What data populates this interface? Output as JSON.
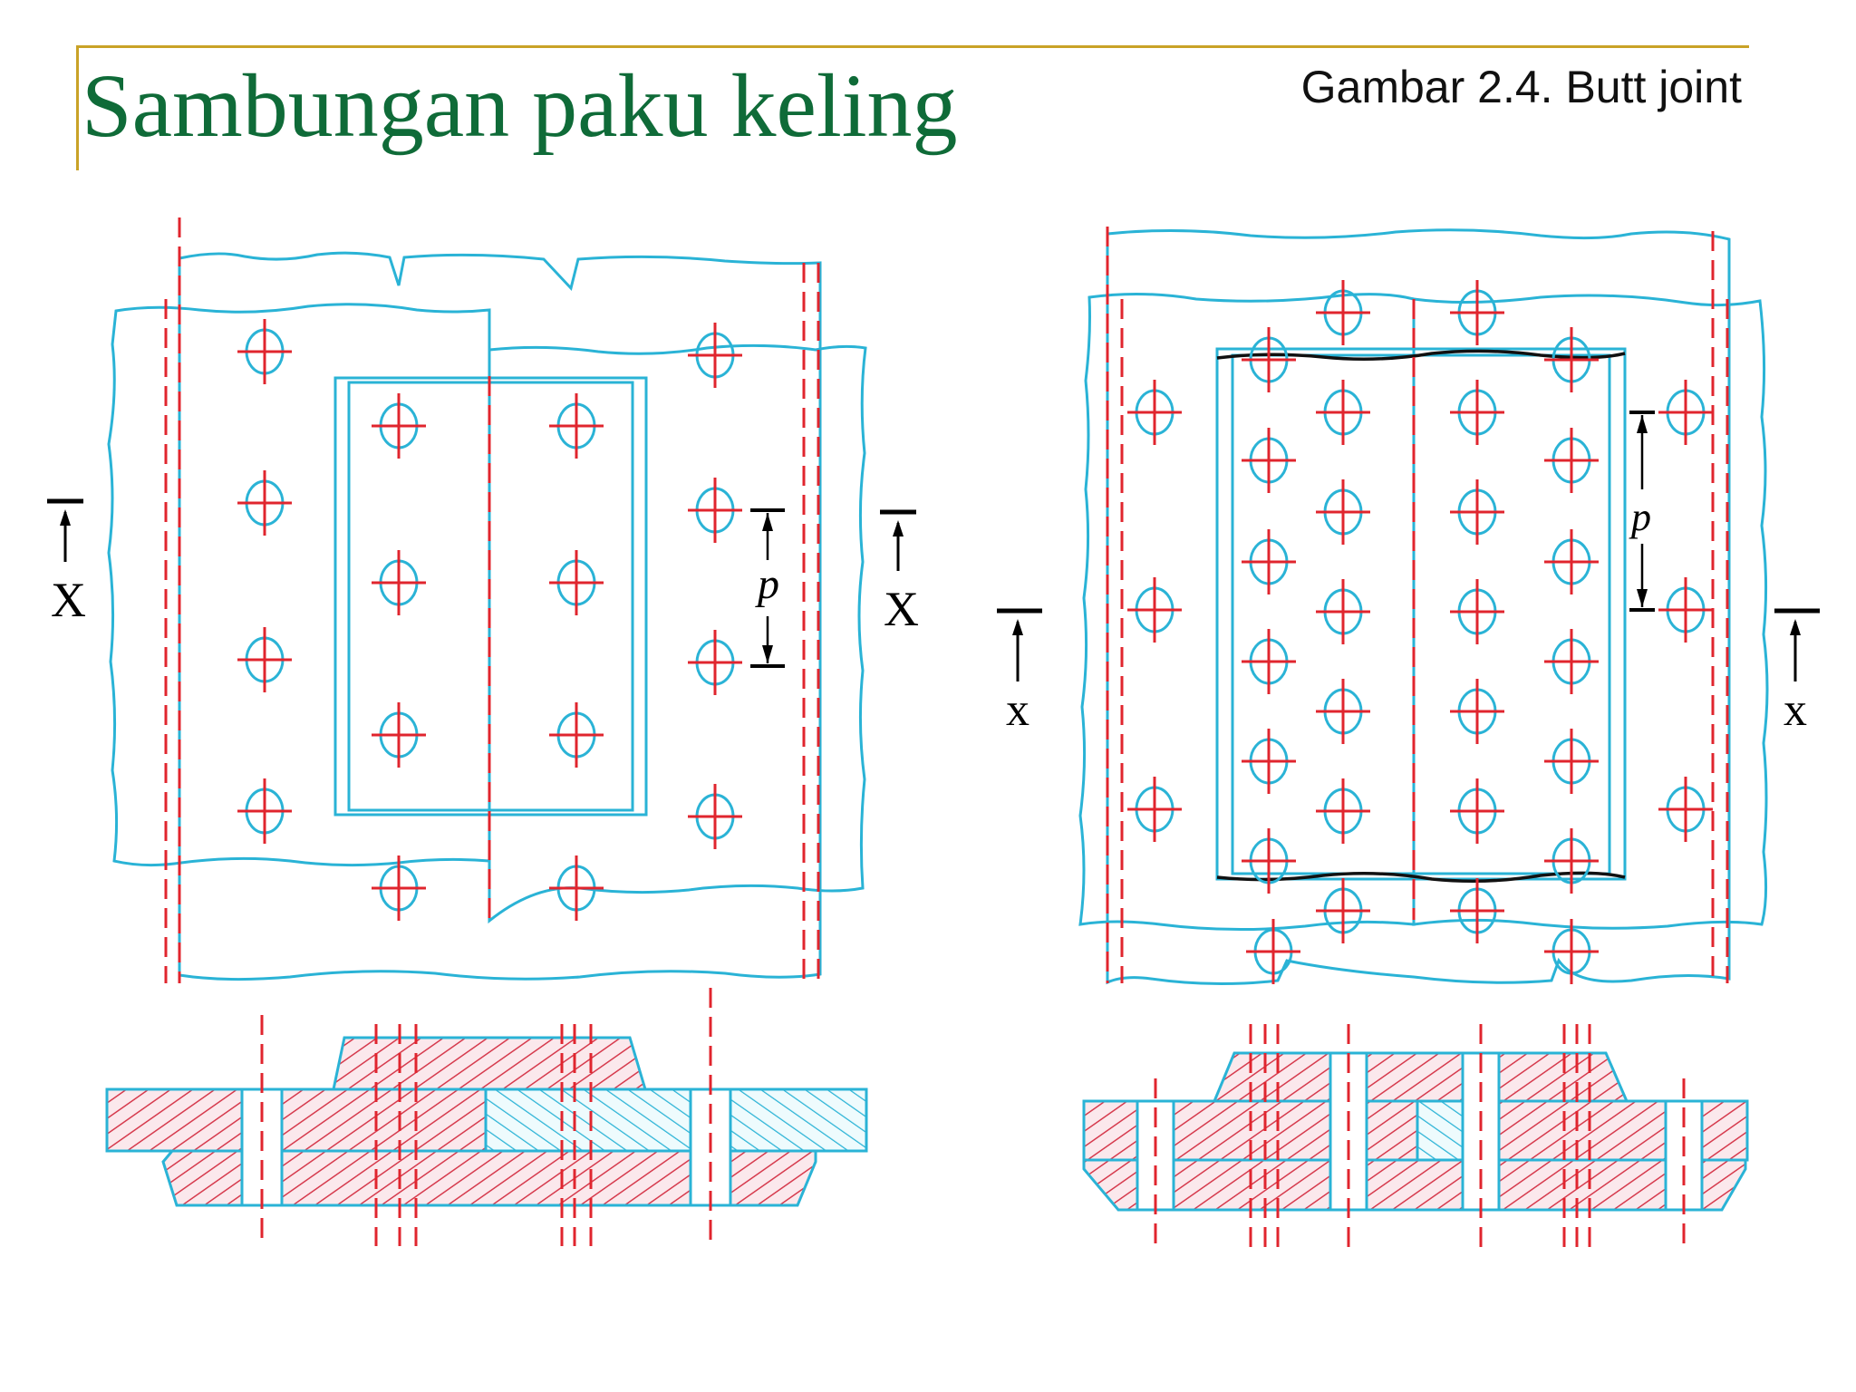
{
  "slide": {
    "title": "Sambungan paku keling",
    "caption": "Gambar 2.4. Butt joint"
  },
  "colors": {
    "title": "#0f6b38",
    "frame": "#c9a227",
    "plate_outline": "#2ab3d6",
    "rivet_centerline": "#e0252e",
    "section_hatch_red": "#d63a4d",
    "section_hatch_cyan": "#2ab3d6"
  },
  "labels": {
    "section_mark": "X",
    "section_mark_right": "x",
    "pitch": "p"
  },
  "icons": {
    "rivet": "circle-crosshair-icon",
    "section_arrow": "arrow-up-icon",
    "pitch_arrow": "double-arrow-icon"
  },
  "diagrams": [
    {
      "name": "single-strap-butt-joint",
      "rows_per_plate": 2,
      "strap_rows": 2
    },
    {
      "name": "double-strap-butt-joint",
      "rows_per_plate": 3,
      "strap_rows": 4
    }
  ]
}
